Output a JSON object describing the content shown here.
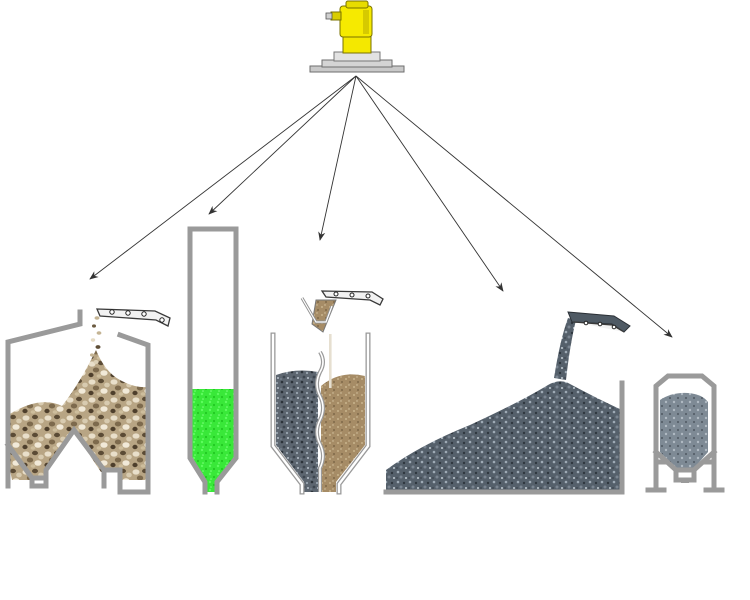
{
  "diagram": {
    "sensor": {
      "icon": "radar-level-sensor-icon",
      "housing_color": "#f2e600",
      "flange_color": "#c8c8c8"
    },
    "targets": [
      {
        "name": "silo-bulk-gravel",
        "icon": "silo-icon",
        "material_color": "#c8b89a"
      },
      {
        "name": "narrow-column-green-liquid",
        "icon": "tall-vessel-icon",
        "material_color": "#33ee33"
      },
      {
        "name": "split-bin-two-materials",
        "icon": "split-bin-icon",
        "material_color": "#9a8060"
      },
      {
        "name": "open-stockpile",
        "icon": "stockpile-icon",
        "material_color": "#5a6a78"
      },
      {
        "name": "small-hopper",
        "icon": "small-silo-icon",
        "material_color": "#7d8a96"
      }
    ]
  }
}
